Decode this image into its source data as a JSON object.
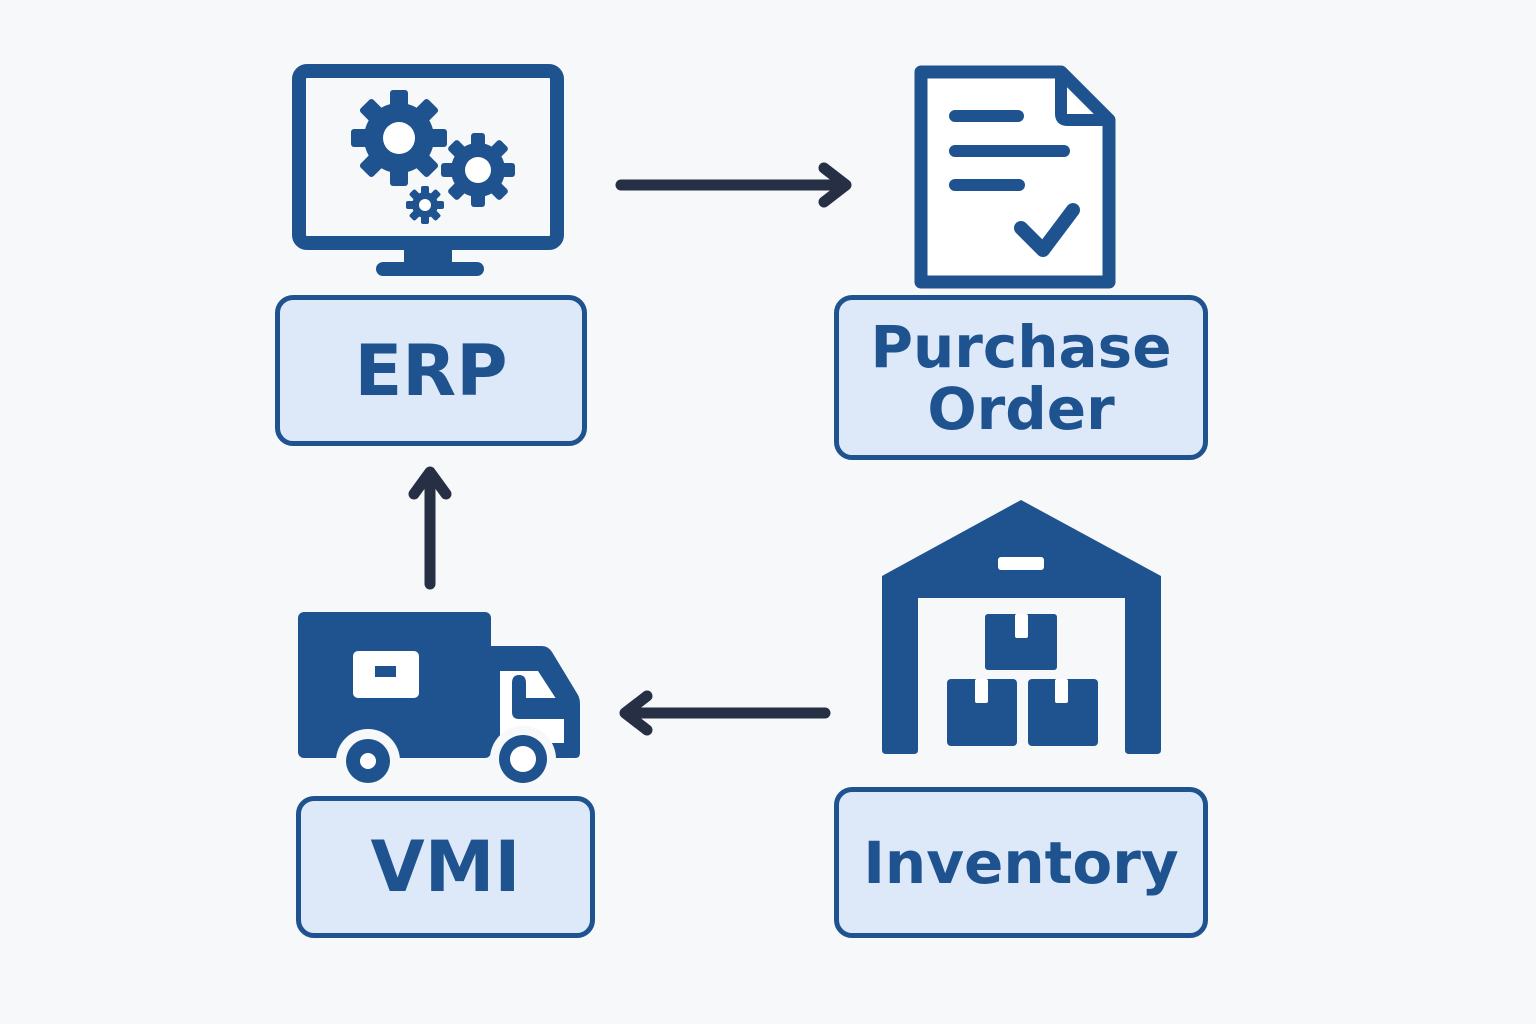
{
  "diagram": {
    "title": "VMI / ERP process flow",
    "colors": {
      "primary": "#1f538f",
      "box_fill": "#dde8f8",
      "arrow": "#262f44",
      "background": "#f7f8f9"
    },
    "nodes": [
      {
        "id": "erp",
        "label": "ERP",
        "icon": "monitor-gears-icon"
      },
      {
        "id": "purchase-order",
        "label_lines": [
          "Purchase",
          "Order"
        ],
        "icon": "document-check-icon"
      },
      {
        "id": "inventory",
        "label": "Inventory",
        "icon": "warehouse-icon"
      },
      {
        "id": "vmi",
        "label": "VMI",
        "icon": "delivery-truck-icon"
      }
    ],
    "edges": [
      {
        "from": "erp",
        "to": "purchase-order",
        "direction": "right"
      },
      {
        "from": "inventory",
        "to": "vmi",
        "direction": "left"
      },
      {
        "from": "vmi",
        "to": "erp",
        "direction": "up"
      }
    ]
  }
}
